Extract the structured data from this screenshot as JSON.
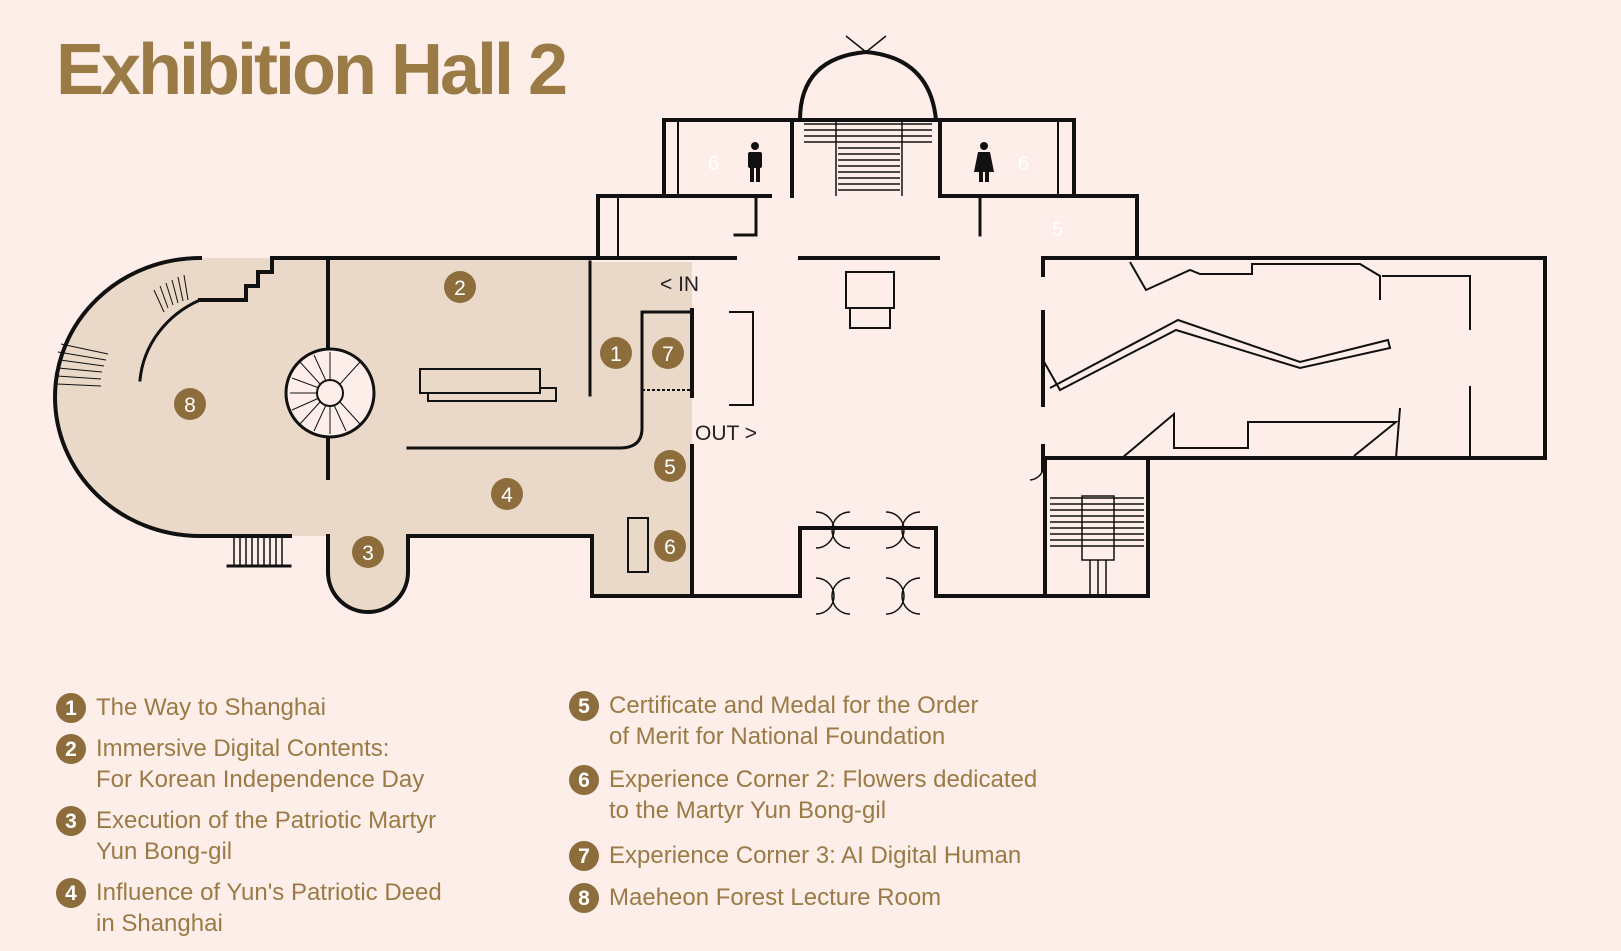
{
  "title": "Exhibition Hall 2",
  "colors": {
    "background": "#fdeee9",
    "exhibit_area": "#ead8c9",
    "accent": "#8e6d3d",
    "title": "#9a7a45",
    "walls": "#111111"
  },
  "map_labels": {
    "in": "< IN",
    "out": "OUT >",
    "restroom_number": "6",
    "storage_number": "5"
  },
  "markers": [
    "1",
    "2",
    "3",
    "4",
    "5",
    "6",
    "7",
    "8"
  ],
  "legend": [
    {
      "num": "1",
      "text": "The Way to Shanghai"
    },
    {
      "num": "2",
      "text": "Immersive Digital Contents:\nFor Korean Independence Day"
    },
    {
      "num": "3",
      "text": "Execution of the Patriotic Martyr\nYun Bong-gil"
    },
    {
      "num": "4",
      "text": "Influence of Yun's Patriotic Deed\nin Shanghai"
    },
    {
      "num": "5",
      "text": "Certificate and Medal for the Order\nof Merit for National Foundation"
    },
    {
      "num": "6",
      "text": "Experience Corner 2: Flowers dedicated\nto the Martyr Yun Bong-gil"
    },
    {
      "num": "7",
      "text": "Experience Corner 3: AI Digital Human"
    },
    {
      "num": "8",
      "text": "Maeheon Forest Lecture Room"
    }
  ],
  "icons": {
    "men": "men-restroom-icon",
    "women": "women-restroom-icon"
  }
}
